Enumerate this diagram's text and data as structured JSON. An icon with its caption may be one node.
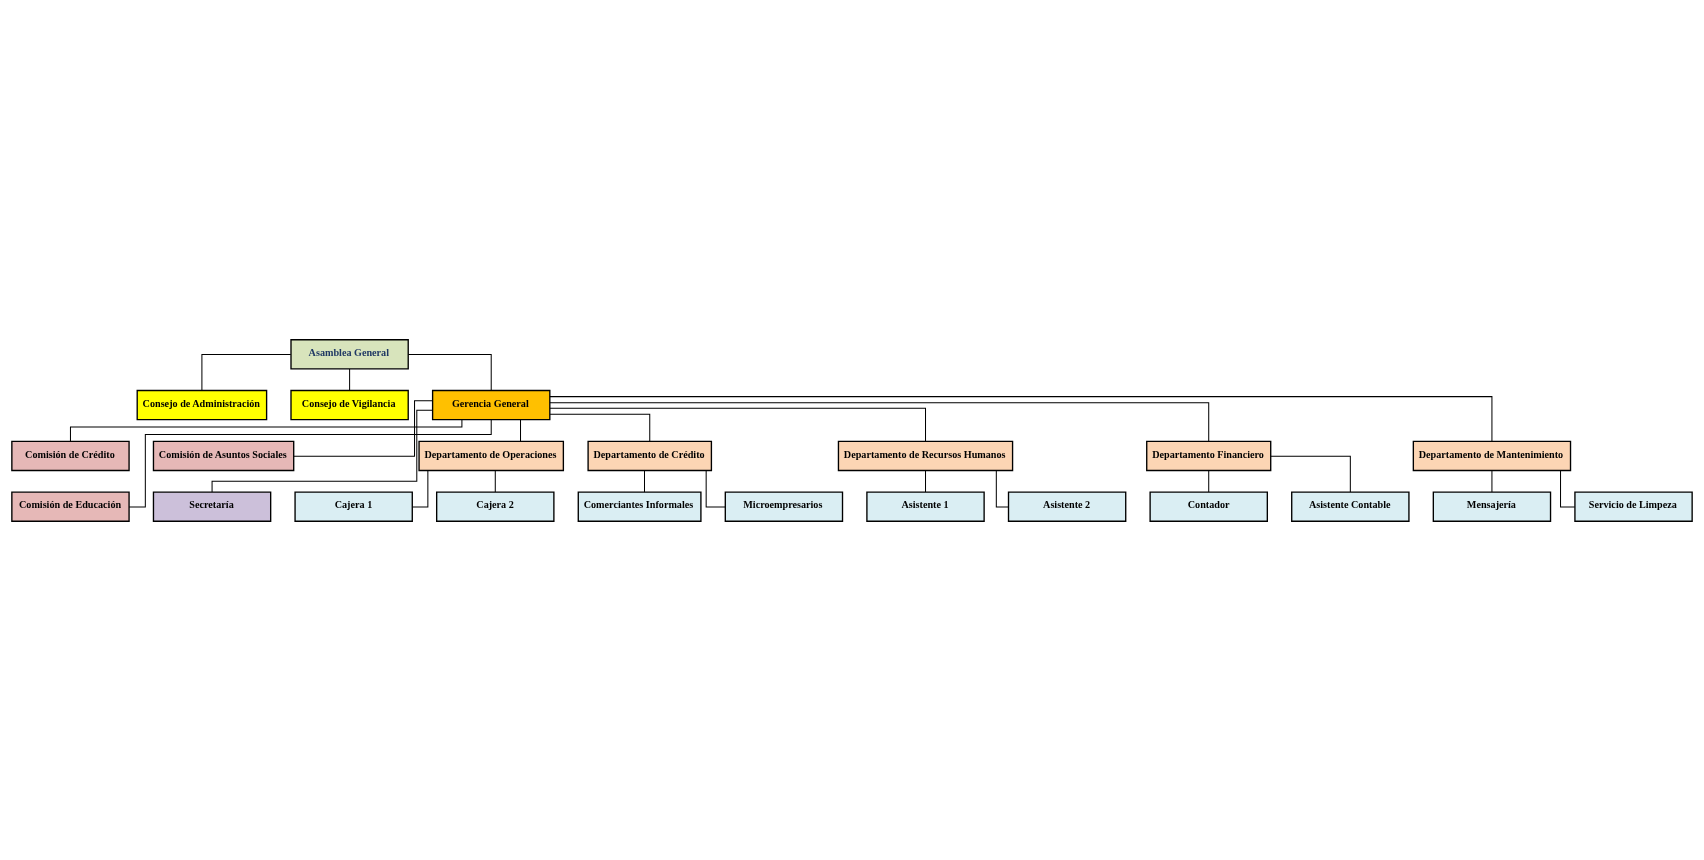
{
  "diagram": {
    "nodes": [
      {
        "text": [
          "Asamblea General"
        ]
      },
      {
        "text": [
          "Consejo de Administración"
        ]
      },
      {
        "text": [
          "Consejo de Vigilancia"
        ]
      },
      {
        "text": [
          "Gerencia General"
        ]
      },
      {
        "text": [
          "Comisión de Crédito"
        ]
      },
      {
        "text": [
          "Comisión de Asuntos Sociales"
        ]
      },
      {
        "text": [
          "Comisión de Educación"
        ]
      },
      {
        "text": [
          "Secretaría"
        ]
      },
      {
        "text": [
          "Departamento de Operaciones"
        ]
      },
      {
        "text": [
          "Departamento de Crédito"
        ]
      },
      {
        "text": [
          "Departamento de Recursos Humanos"
        ]
      },
      {
        "text": [
          "Departamento Financiero"
        ]
      },
      {
        "text": [
          "Departamento de Mantenimiento"
        ]
      },
      {
        "text": [
          "Cajera 1"
        ]
      },
      {
        "text": [
          "Cajera 2"
        ]
      },
      {
        "text": [
          "Comerciantes Informales"
        ]
      },
      {
        "text": [
          "Microempresarios"
        ]
      },
      {
        "text": [
          "Asistente 1"
        ]
      },
      {
        "text": [
          "Asistente 2"
        ]
      },
      {
        "text": [
          "Contador"
        ]
      },
      {
        "text": [
          "Asistente Contable"
        ]
      },
      {
        "text": [
          "Mensajería"
        ]
      },
      {
        "text": [
          "Servicio de Limpeza"
        ]
      }
    ],
    "edges": [
      {
        "from": 0,
        "to": 1,
        "arrow": "none"
      },
      {
        "from": 0,
        "to": 2,
        "arrow": "none"
      },
      {
        "from": 0,
        "to": 3,
        "arrow": "none"
      },
      {
        "from": 3,
        "to": 4,
        "arrow": "none"
      },
      {
        "from": 3,
        "to": 5,
        "arrow": "none"
      },
      {
        "from": 3,
        "to": 6,
        "arrow": "none"
      },
      {
        "from": 3,
        "to": 7,
        "arrow": "none"
      },
      {
        "from": 3,
        "to": 8,
        "arrow": "none"
      },
      {
        "from": 3,
        "to": 9,
        "arrow": "none"
      },
      {
        "from": 3,
        "to": 10,
        "arrow": "none"
      },
      {
        "from": 3,
        "to": 11,
        "arrow": "none"
      },
      {
        "from": 3,
        "to": 12,
        "arrow": "none"
      },
      {
        "from": 8,
        "to": 13,
        "arrow": "none"
      },
      {
        "from": 8,
        "to": 14,
        "arrow": "none"
      },
      {
        "from": 9,
        "to": 15,
        "arrow": "none"
      },
      {
        "from": 9,
        "to": 16,
        "arrow": "none"
      },
      {
        "from": 10,
        "to": 17,
        "arrow": "none"
      },
      {
        "from": 10,
        "to": 18,
        "arrow": "none"
      },
      {
        "from": 11,
        "to": 19,
        "arrow": "none"
      },
      {
        "from": 11,
        "to": 20,
        "arrow": "none"
      },
      {
        "from": 12,
        "to": 21,
        "arrow": "none"
      },
      {
        "from": 12,
        "to": 22,
        "arrow": "none"
      }
    ]
  }
}
